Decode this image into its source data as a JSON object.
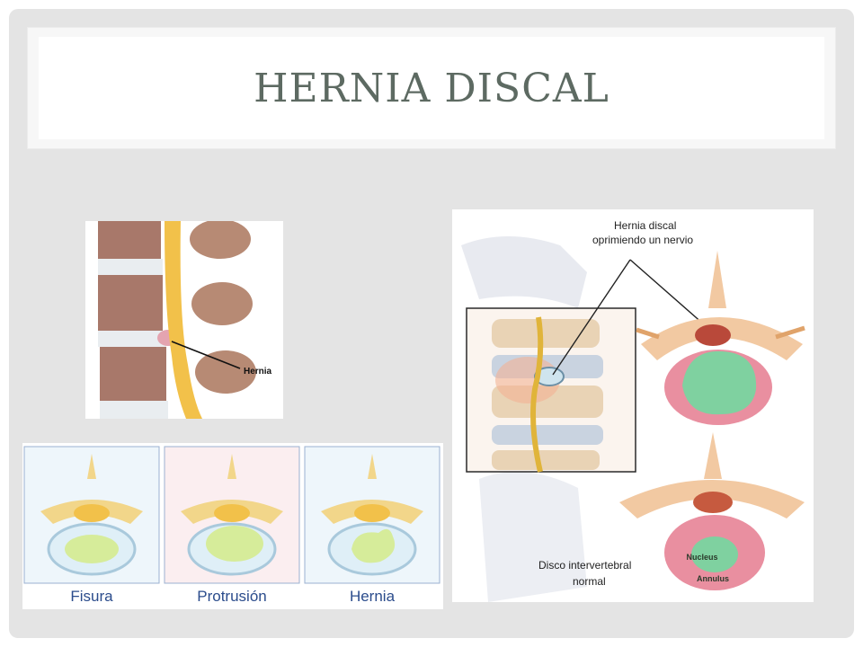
{
  "slide": {
    "title": "HERNIA DISCAL"
  },
  "figure_spine_section": {
    "label": "Hernia"
  },
  "figure_disc_types": {
    "labels": [
      "Fisura",
      "Protrusión",
      "Hernia"
    ]
  },
  "figure_nerve_compression": {
    "callout_line1": "Hernia discal",
    "callout_line2": "oprimiendo un nervio",
    "normal_line1": "Disco intervertebral",
    "normal_line2": "normal",
    "nucleus_label": "Nucleus",
    "annulus_label": "Annulus"
  },
  "colors": {
    "title": "#5d6a62",
    "slide_bg": "#e4e4e4",
    "spinal_cord": "#f2c14a",
    "bone": "#b07e66",
    "disc_nucleus": "#7fd1a0",
    "disc_annulus": "#e78a9a"
  }
}
